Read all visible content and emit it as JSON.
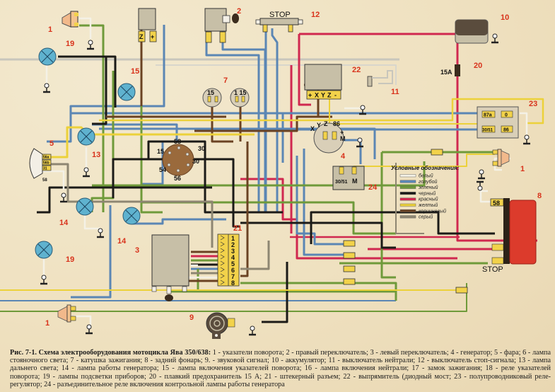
{
  "diagram": {
    "title": "Рис. 7-1. Схема электрооборудования мотоцикла Ява 350/638:",
    "caption_text": "1 - указатели поворота; 2 - правый переключатель; 3 - левый переключатель; 4 - генератор; 5 - фара; 6 - лампа стояночного света; 7 - катушка зажигания; 8 - задний фонарь; 9. - звуковой сигнал; 10 - аккумулятор; 11 - выключатель нейтрали; 12 - выключатель стоп-сигнала; 13 - лампа дальнего света; 14 - лампа работы генератора; 15 - лампа включения указателей поворота; 16 - лампа включения нейтрали; 17 - замок зажигания; 18 - реле указателей поворота; 19 - лампы подсветки приборов; 20 - плавкий предохранитель 15 А; 21 - штекерный разъем; 22 - выпрямитель (диодный мост; 23 - полупроводниковый реле-регулятор; 24 - разъединительное реле включения контрольной лампы работы генератора",
    "callouts": {
      "n1": "1",
      "n2": "2",
      "n5": "5",
      "n3": "3",
      "n4": "4",
      "n7": "7",
      "n8": "8",
      "n9": "9",
      "n10": "10",
      "n11": "11",
      "n12": "12",
      "n13": "13",
      "n14": "14",
      "n15": "15",
      "n19": "19",
      "n20": "20",
      "n21": "21",
      "n22": "22",
      "n23": "23",
      "n24": "24"
    },
    "labels": {
      "stop_top": "STOP",
      "stop_bottom": "STOP",
      "fuse_rating": "15A"
    },
    "terminals": {
      "regulator_top": [
        "Z",
        "+"
      ],
      "rectifier": [
        "+",
        "X",
        "Y",
        "Z",
        "-"
      ],
      "coil_left": "15",
      "coil_right": "1 15",
      "relay23": [
        "87a",
        "0",
        "30/51",
        "86"
      ],
      "relay24": [
        "30/51",
        "M"
      ],
      "generator": [
        "X",
        "Y",
        "Z",
        "86",
        "+",
        "M"
      ],
      "ignition_switch": [
        "58",
        "15",
        "30",
        "30",
        "54",
        "56"
      ],
      "headlamp": [
        "56a",
        "56b",
        "31",
        "58"
      ],
      "tail_lamp": "58",
      "connector21": [
        "1",
        "2",
        "3",
        "4",
        "5",
        "6",
        "7",
        "8"
      ]
    },
    "legend": {
      "title": "Условные обозначения:",
      "items": [
        {
          "label": "белый",
          "color": "#f4f1e6"
        },
        {
          "label": "голубой",
          "color": "#5b86b4"
        },
        {
          "label": "зеленый",
          "color": "#6f9a3a"
        },
        {
          "label": "черный",
          "color": "#1b1a17"
        },
        {
          "label": "красный",
          "color": "#d0284f"
        },
        {
          "label": "желтый",
          "color": "#ecd13a"
        },
        {
          "label": "коричневый",
          "color": "#6a4222"
        },
        {
          "label": "серый",
          "color": "#8e8672"
        }
      ]
    }
  }
}
